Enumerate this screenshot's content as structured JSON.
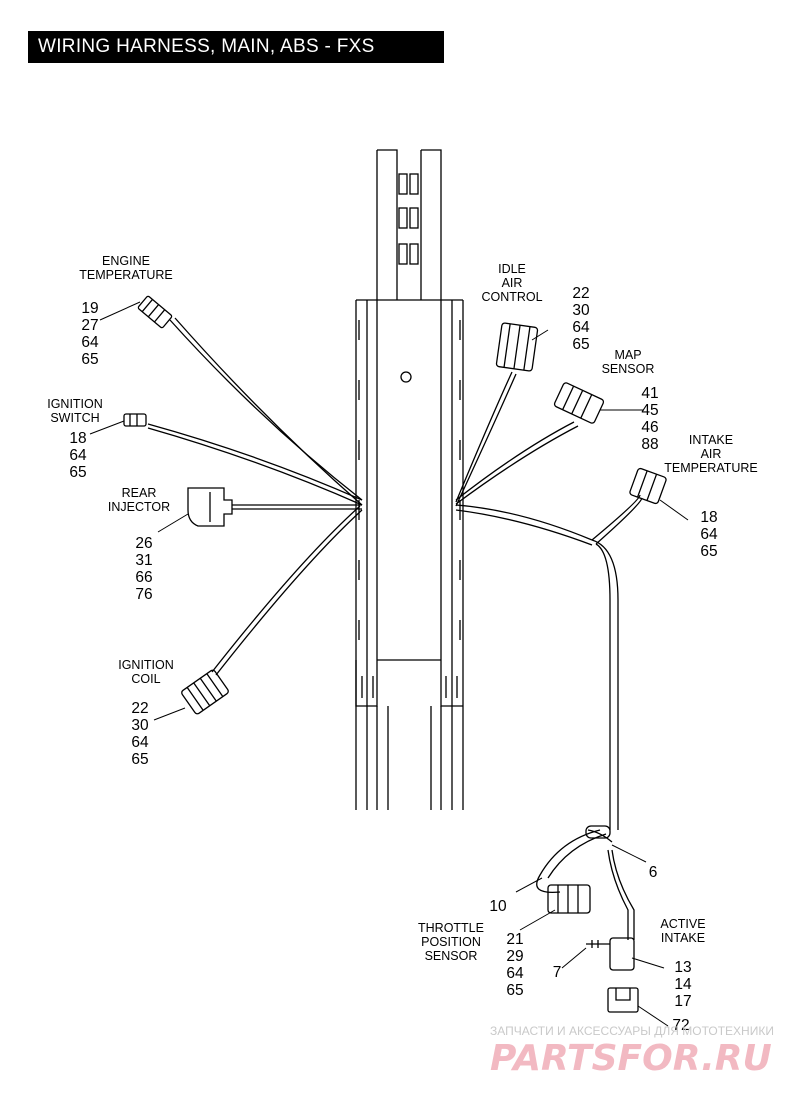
{
  "title": "WIRING HARNESS, MAIN, ABS - FXS",
  "components": {
    "engine_temperature": {
      "label": [
        "ENGINE",
        "TEMPERATURE"
      ],
      "parts": [
        "19",
        "27",
        "64",
        "65"
      ]
    },
    "ignition_switch": {
      "label": [
        "IGNITION",
        "SWITCH"
      ],
      "parts": [
        "18",
        "64",
        "65"
      ]
    },
    "rear_injector": {
      "label": [
        "REAR",
        "INJECTOR"
      ],
      "parts": [
        "26",
        "31",
        "66",
        "76"
      ]
    },
    "ignition_coil": {
      "label": [
        "IGNITION",
        "COIL"
      ],
      "parts": [
        "22",
        "30",
        "64",
        "65"
      ]
    },
    "idle_air_control": {
      "label": [
        "IDLE",
        "AIR",
        "CONTROL"
      ],
      "parts": [
        "22",
        "30",
        "64",
        "65"
      ]
    },
    "map_sensor": {
      "label": [
        "MAP",
        "SENSOR"
      ],
      "parts": [
        "41",
        "45",
        "46",
        "88"
      ]
    },
    "intake_air_temperature": {
      "label": [
        "INTAKE",
        "AIR",
        "TEMPERATURE"
      ],
      "parts": [
        "18",
        "64",
        "65"
      ]
    },
    "throttle_position_sensor": {
      "label": [
        "THROTTLE",
        "POSITION",
        "SENSOR"
      ],
      "parts": [
        "21",
        "29",
        "64",
        "65"
      ]
    },
    "active_intake": {
      "label": [
        "ACTIVE",
        "INTAKE"
      ],
      "parts": [
        "13",
        "14",
        "17"
      ]
    }
  },
  "callouts": {
    "c6": "6",
    "c10": "10",
    "c7": "7",
    "c72": "72"
  },
  "watermark": {
    "line1": "ЗАПЧАСТИ И АКСЕССУАРЫ ДЛЯ МОТОТЕХНИКИ",
    "line2": "PARTSFOR.RU"
  }
}
